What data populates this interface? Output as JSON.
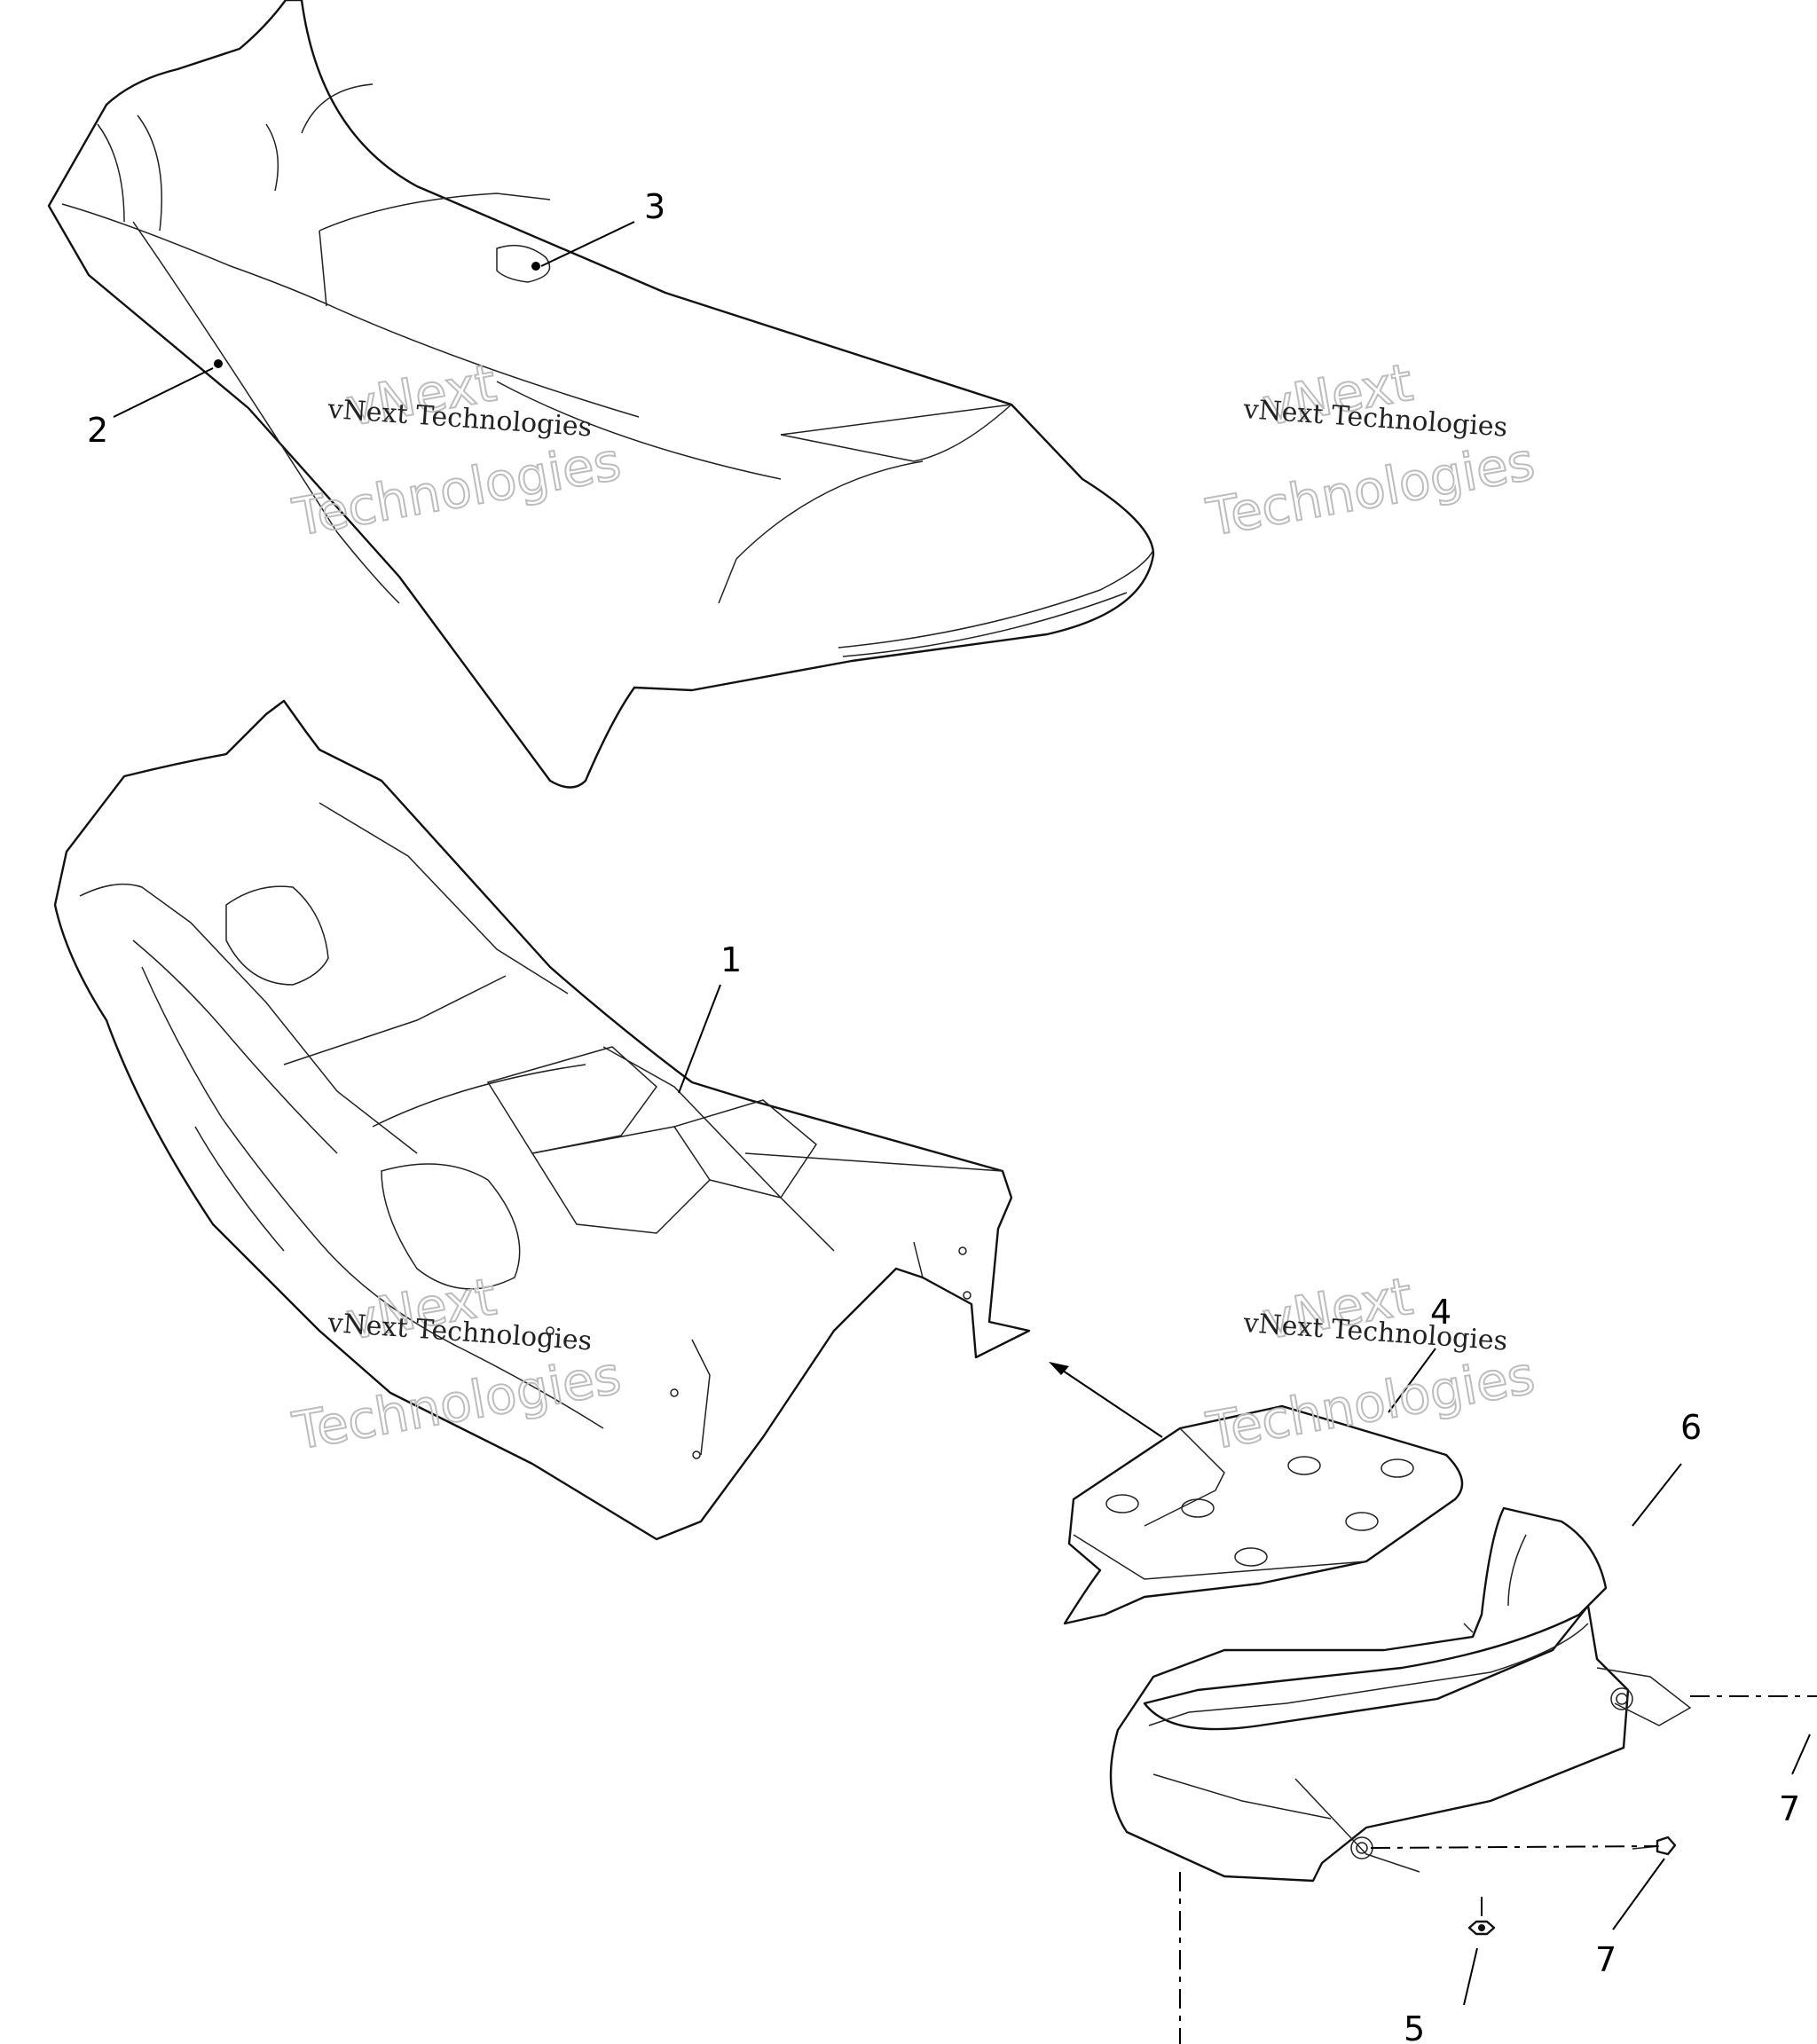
{
  "diagram": {
    "callouts": [
      {
        "id": "c1",
        "label": "1"
      },
      {
        "id": "c2",
        "label": "2"
      },
      {
        "id": "c3",
        "label": "3"
      },
      {
        "id": "c4",
        "label": "4"
      },
      {
        "id": "c5",
        "label": "5"
      },
      {
        "id": "c6",
        "label": "6"
      },
      {
        "id": "c7a",
        "label": "7"
      },
      {
        "id": "c7b",
        "label": "7"
      }
    ],
    "watermark": {
      "line1": "vNext",
      "line2": "Technologies",
      "small": "vNext Technologies"
    }
  }
}
